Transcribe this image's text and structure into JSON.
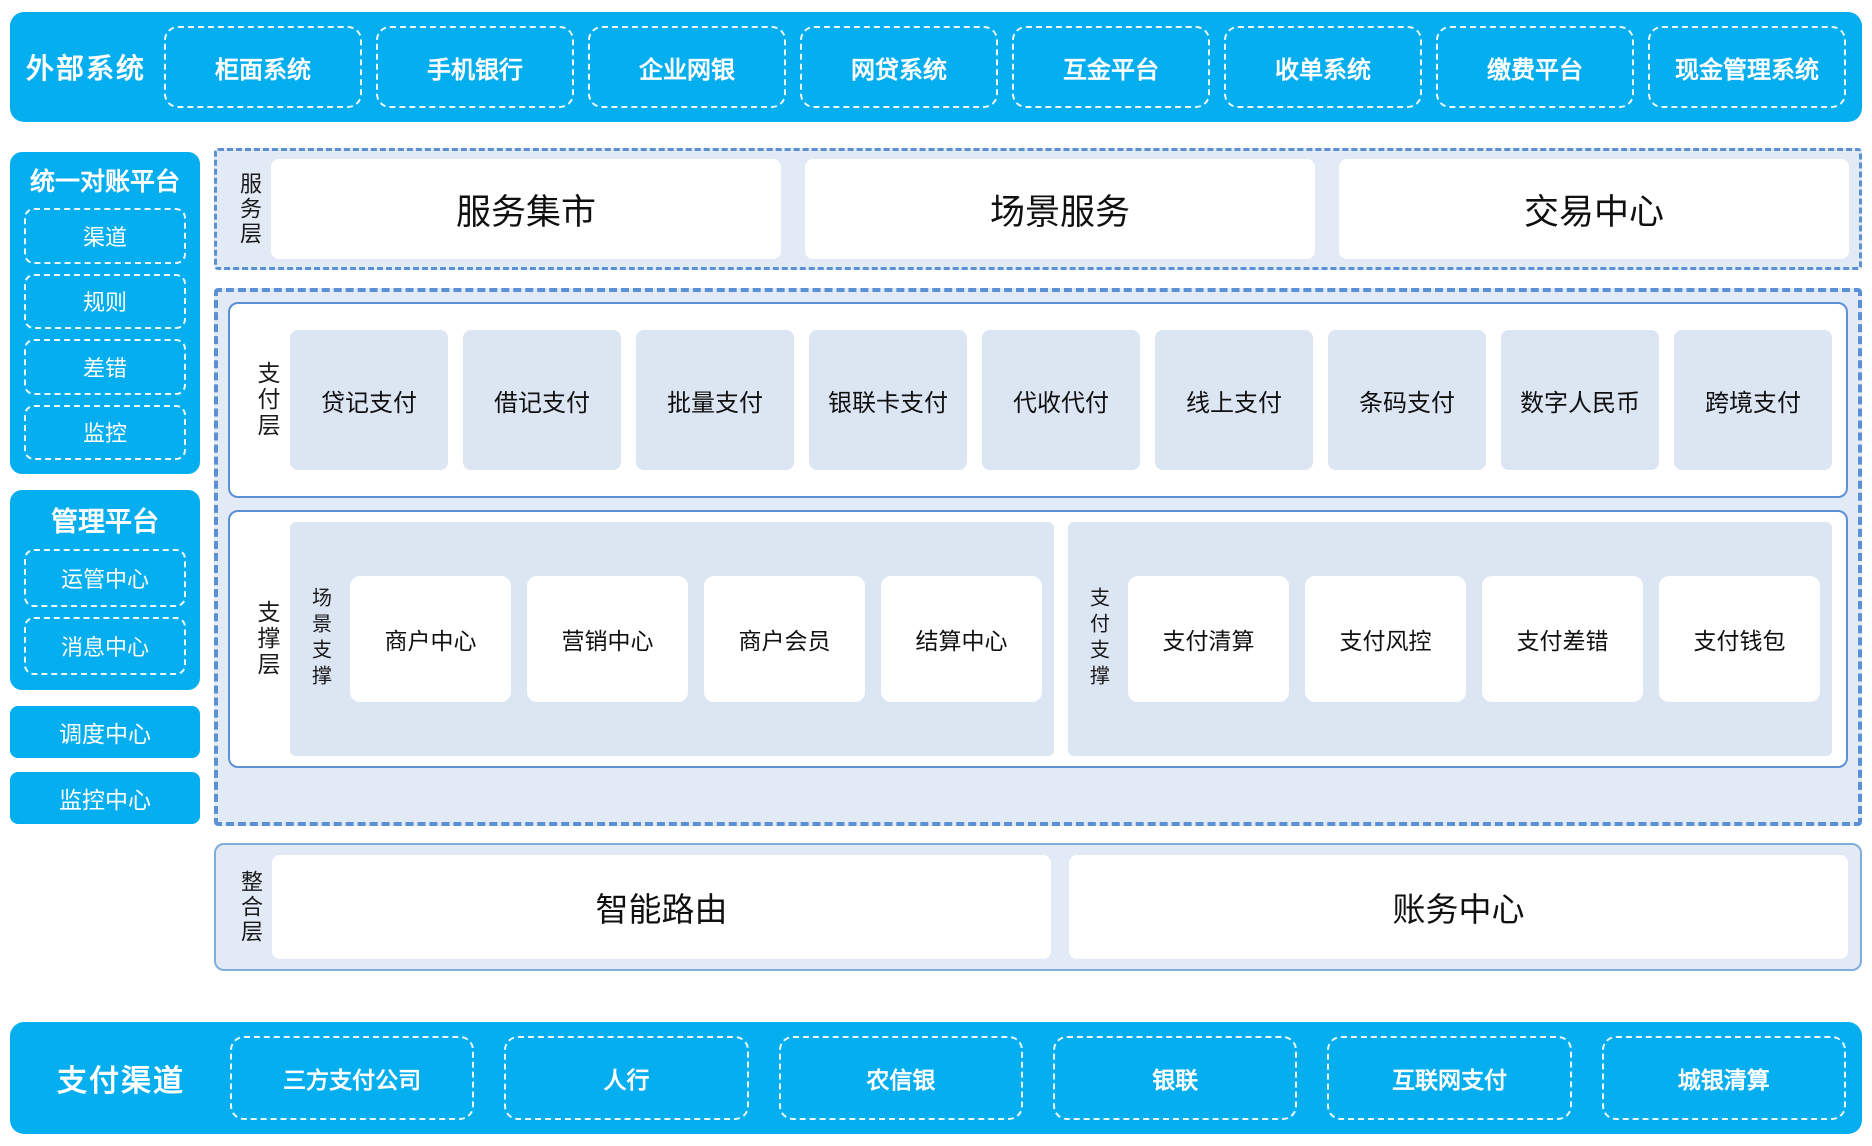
{
  "external": {
    "title": "外部系统",
    "items": [
      "柜面系统",
      "手机银行",
      "企业网银",
      "网贷系统",
      "互金平台",
      "收单系统",
      "缴费平台",
      "现金管理系统"
    ]
  },
  "sidebar": {
    "recon": {
      "title": "统一对账平台",
      "items": [
        "渠道",
        "规则",
        "差错",
        "监控"
      ]
    },
    "mgmt": {
      "title": "管理平台",
      "items": [
        "运管中心",
        "消息中心"
      ]
    },
    "standalone": [
      "调度中心",
      "监控中心"
    ]
  },
  "service_layer": {
    "label": "服务层",
    "items": [
      "服务集市",
      "场景服务",
      "交易中心"
    ]
  },
  "payment_layer": {
    "label": "支付层",
    "items": [
      "贷记支付",
      "借记支付",
      "批量支付",
      "银联卡支付",
      "代收代付",
      "线上支付",
      "条码支付",
      "数字人民币",
      "跨境支付"
    ]
  },
  "support_layer": {
    "label": "支撑层",
    "groups": [
      {
        "label": "场景支撑",
        "items": [
          "商户中心",
          "营销中心",
          "商户会员",
          "结算中心"
        ]
      },
      {
        "label": "支付支撑",
        "items": [
          "支付清算",
          "支付风控",
          "支付差错",
          "支付钱包"
        ]
      }
    ]
  },
  "integration_layer": {
    "label": "整合层",
    "items": [
      "智能路由",
      "账务中心"
    ]
  },
  "channels": {
    "title": "支付渠道",
    "items": [
      "三方支付公司",
      "人行",
      "农信银",
      "银联",
      "互联网支付",
      "城银清算"
    ]
  },
  "colors": {
    "cyan": "#05AEEF",
    "panel_blue": "#E2EAF5",
    "tile_blue": "#DCE5F2",
    "border_blue": "#5B91D4"
  }
}
